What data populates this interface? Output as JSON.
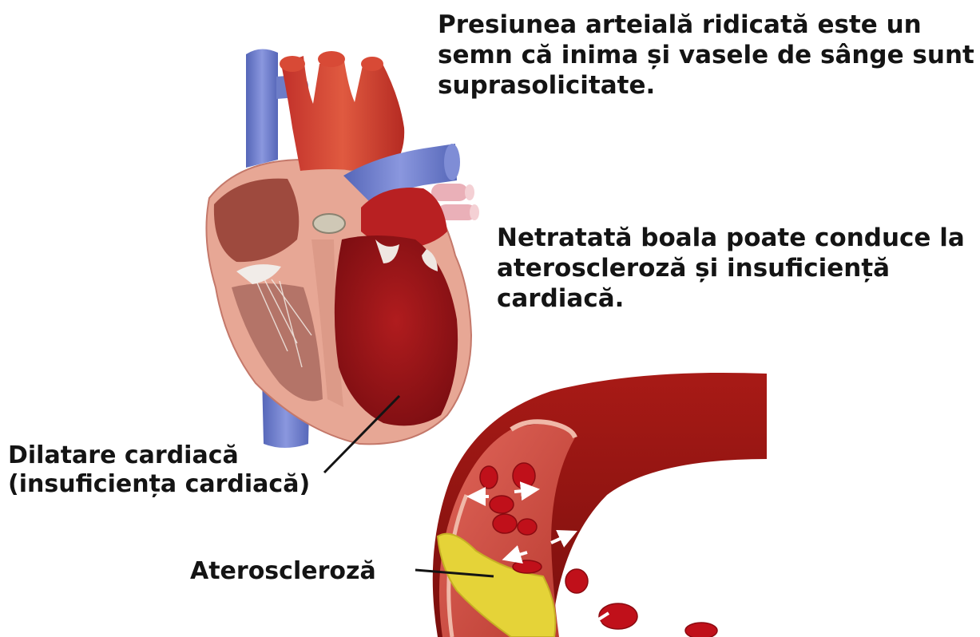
{
  "captions": {
    "blood_pressure": {
      "line1": "Presiunea arteială ridicată este un",
      "line2": "semn că inima și vasele de sânge sunt",
      "line3": "suprasolicitate."
    },
    "untreated": {
      "line1": "Netratată boala poate conduce la",
      "line2": "ateroscleroză și insuficiență",
      "line3": "cardiacă."
    }
  },
  "labels": {
    "heart": {
      "line1": "Dilatare cardiacă",
      "line2": "(insuficiența cardiacă)"
    },
    "artery": "Ateroscleroză"
  },
  "colors": {
    "text": "#141414",
    "myocardium": "#c83a2e",
    "ventricle_interior": "#a3161a",
    "heart_wall_pink": "#e8a896",
    "vena_cava_blue": "#6f7fc8",
    "pulmonary_blue": "#5b73c9",
    "artery_outer": "#b5231c",
    "artery_lumen": "#d0544a",
    "plaque_yellow": "#e6d23a",
    "red_blood_cell": "#c0101a",
    "flow_arrow": "#ffffff"
  },
  "icons": [
    "heart-illustration",
    "artery-cross-section",
    "red-blood-cell-icon",
    "flow-arrow-icon",
    "plaque-deposit"
  ]
}
